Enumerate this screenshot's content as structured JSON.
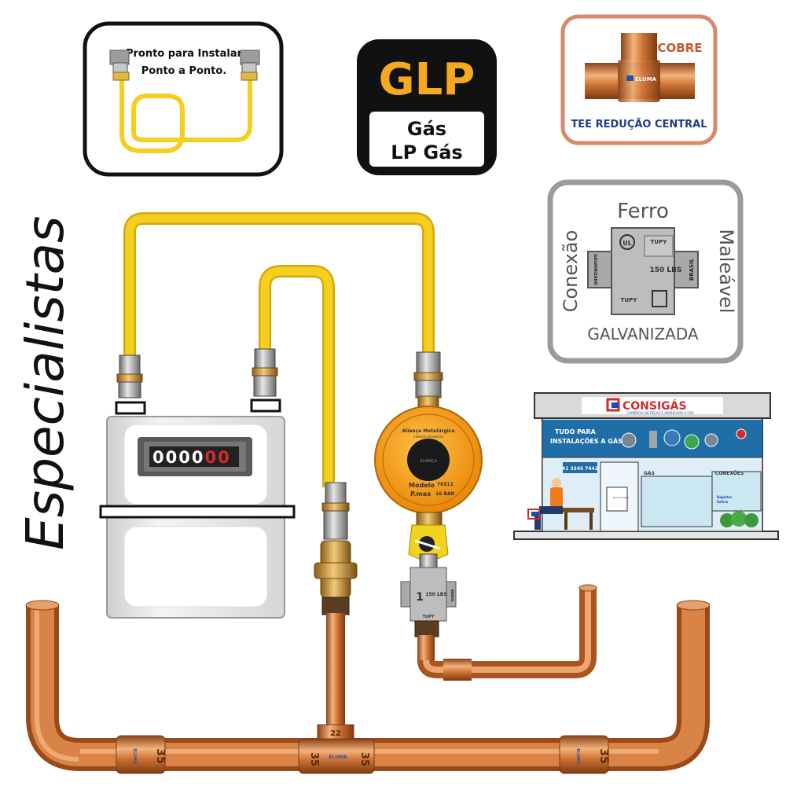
{
  "cards": {
    "install": {
      "line1": "Pronto para Instalar",
      "line2": "Ponto a Ponto."
    },
    "glp": {
      "title": "GLP",
      "line1": "Gás",
      "line2": "LP Gás"
    },
    "tee": {
      "top": "COBRE",
      "bottom": "TEE REDUÇÃO CENTRAL",
      "brand": "ELUMA"
    },
    "malleable": {
      "top": "Ferro",
      "left": "Conexão",
      "right": "Maleável",
      "bottom": "GALVANIZADA",
      "marks": {
        "ul": "UL",
        "tupy": "TUPY",
        "lbs": "150 LBS",
        "brasil": "BRASIL",
        "galv": "GALVANIZADO"
      }
    }
  },
  "side_text": "Especialistas",
  "meter": {
    "reading_black": "0000",
    "reading_red": "00"
  },
  "regulator": {
    "line1": "Aliança Metalúrgica",
    "line2": "Indústria Brasileira",
    "brand": "ALIANÇA",
    "model_label": "Modelo",
    "model_value": "76511",
    "pmax_label": "P.max",
    "pmax_value": "16 BAR"
  },
  "valve_marks": {
    "number": "1",
    "lbs": "150 LBS",
    "brasil": "BRASIL",
    "tupy": "TUPY"
  },
  "pipe_labels": {
    "size": "35",
    "brand": "ELUMA",
    "tee_size": "22"
  },
  "store": {
    "name": "CONSIGÁS",
    "tagline": "COMÉRCIO DE PEÇAS E APARELHOS A GÁS",
    "slogan1": "TUDO PARA",
    "slogan2": "INSTALAÇÕES A GÁS",
    "phone": "41 3345 7442",
    "label_gas": "GÁS",
    "label_conexoes": "CONEXÕES",
    "label_registro": "Registro",
    "label_esfera": "Esfera",
    "label_forno": "forno e fogão"
  },
  "colors": {
    "copper": "#c9702f",
    "copper_light": "#f0b07a",
    "yellow_hose": "#f5cf1f",
    "orange_regulator": "#f39b12",
    "tee_card_border": "#d9896b",
    "tee_text": "#1f3c8a",
    "cobre_text": "#c2582c",
    "gray_card_border": "#9b9b9b"
  }
}
